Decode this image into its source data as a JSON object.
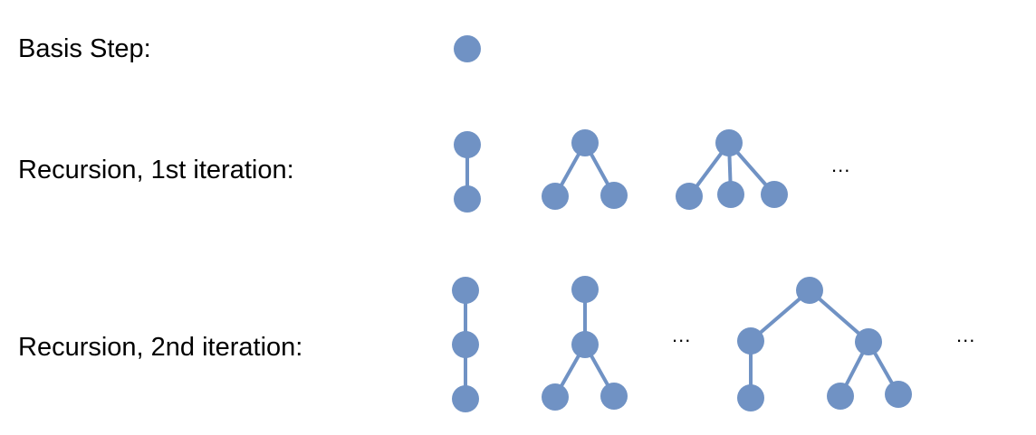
{
  "labels": {
    "basis": "Basis Step:",
    "iteration1": "Recursion, 1st iteration:",
    "iteration2": "Recursion, 2nd iteration:"
  },
  "ellipsis": "...",
  "colors": {
    "node": "#7092c4",
    "edge": "#7092c4",
    "text": "#000000",
    "background": "#ffffff"
  }
}
